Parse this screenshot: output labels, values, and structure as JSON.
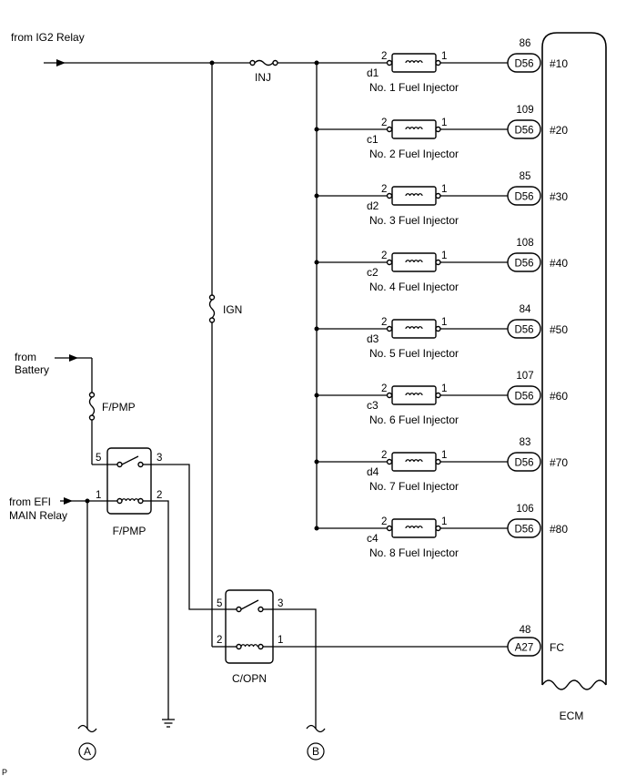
{
  "sources": {
    "ig2": "from IG2 Relay",
    "battery": [
      "from",
      "Battery"
    ],
    "efi": [
      "from EFI",
      "MAIN Relay"
    ]
  },
  "fuses": {
    "inj": "INJ",
    "ign": "IGN",
    "fpmp": "F/PMP"
  },
  "injectors": [
    {
      "conn": "d1",
      "name": "No. 1 Fuel Injector",
      "pin_in": "2",
      "pin_out": "1",
      "ecm_pin": "86",
      "ecm_conn": "D56",
      "ecm_term": "#10"
    },
    {
      "conn": "c1",
      "name": "No. 2 Fuel Injector",
      "pin_in": "2",
      "pin_out": "1",
      "ecm_pin": "109",
      "ecm_conn": "D56",
      "ecm_term": "#20"
    },
    {
      "conn": "d2",
      "name": "No. 3 Fuel Injector",
      "pin_in": "2",
      "pin_out": "1",
      "ecm_pin": "85",
      "ecm_conn": "D56",
      "ecm_term": "#30"
    },
    {
      "conn": "c2",
      "name": "No. 4 Fuel Injector",
      "pin_in": "2",
      "pin_out": "1",
      "ecm_pin": "108",
      "ecm_conn": "D56",
      "ecm_term": "#40"
    },
    {
      "conn": "d3",
      "name": "No. 5 Fuel Injector",
      "pin_in": "2",
      "pin_out": "1",
      "ecm_pin": "84",
      "ecm_conn": "D56",
      "ecm_term": "#50"
    },
    {
      "conn": "c3",
      "name": "No. 6 Fuel Injector",
      "pin_in": "2",
      "pin_out": "1",
      "ecm_pin": "107",
      "ecm_conn": "D56",
      "ecm_term": "#60"
    },
    {
      "conn": "d4",
      "name": "No. 7 Fuel Injector",
      "pin_in": "2",
      "pin_out": "1",
      "ecm_pin": "83",
      "ecm_conn": "D56",
      "ecm_term": "#70"
    },
    {
      "conn": "c4",
      "name": "No. 8 Fuel Injector",
      "pin_in": "2",
      "pin_out": "1",
      "ecm_pin": "106",
      "ecm_conn": "D56",
      "ecm_term": "#80"
    }
  ],
  "relays": {
    "fpmp": {
      "label": "F/PMP",
      "pins": [
        "5",
        "3",
        "1",
        "2"
      ]
    },
    "copn": {
      "label": "C/OPN",
      "pins": [
        "5",
        "3",
        "2",
        "1"
      ]
    }
  },
  "ecm": {
    "label": "ECM",
    "fc_pin": "48",
    "fc_conn": "A27",
    "fc_term": "FC"
  },
  "connectors": {
    "a": "A",
    "b": "B"
  },
  "page_mark": "P"
}
